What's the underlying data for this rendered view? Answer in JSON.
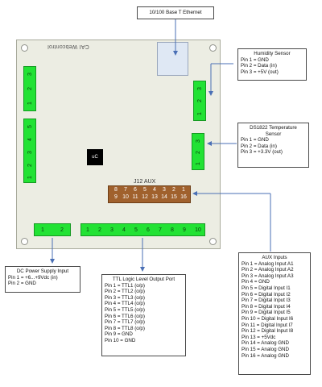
{
  "board": {
    "label": "CAI Webcontrol",
    "uc_label": "uC",
    "aux_header_label": "J12 AUX",
    "aux_top_pins": [
      "8",
      "7",
      "6",
      "5",
      "4",
      "3",
      "2",
      "1"
    ],
    "aux_bottom_pins": [
      "9",
      "10",
      "11",
      "12",
      "13",
      "14",
      "15",
      "16"
    ],
    "left_top_pins": [
      "3",
      "2",
      "1"
    ],
    "left_mid_pins": [
      "5",
      "4",
      "3",
      "2",
      "1"
    ],
    "right_top_pins": [
      "3",
      "2",
      "1"
    ],
    "right_mid_pins": [
      "3",
      "2",
      "1"
    ],
    "power_pins": [
      "1",
      "2"
    ],
    "ttl_pins": [
      "1",
      "2",
      "3",
      "4",
      "5",
      "6",
      "7",
      "8",
      "9",
      "10"
    ]
  },
  "ethernet": {
    "label": "10/100 Base T Ethernet"
  },
  "humidity": {
    "title": "Humidity Sensor",
    "lines": [
      "Pin 1 = GND",
      "Pin 2 = Data (in)",
      "Pin 3 = +5V (out)"
    ]
  },
  "temperature": {
    "title_line1": "DS1822 Temperature",
    "title_line2": "Sensor",
    "lines": [
      "Pin 1 = GND",
      "Pin 2 = Data (in)",
      "Pin 3 = +3.3V (out)"
    ]
  },
  "power": {
    "title": "DC Power Supply Input",
    "lines": [
      "Pin 1 = +6...+9Vdc (in)",
      "Pin 2 = GND"
    ]
  },
  "ttl": {
    "title": "TTL Logic Level Output Port",
    "lines": [
      "Pin 1 = TTL1 (o/p)",
      "Pin 2 = TTL2 (o/p)",
      "Pin 3 = TTL3 (o/p)",
      "Pin 4 = TTL4 (o/p)",
      "Pin 5 = TTL5 (o/p)",
      "Pin 6 = TTL6 (o/p)",
      "Pin 7 = TTL7 (o/p)",
      "Pin 8 = TTL8 (o/p)",
      "Pin 9 = GND",
      "Pin 10 = GND"
    ]
  },
  "aux": {
    "title": "AUX Inputs",
    "lines": [
      "Pin 1 = Analog Input A1",
      "Pin 2 = Analog Input A2",
      "Pin 3 = Analog Input A3",
      "Pin 4 = GND",
      "Pin 5 = Digital Input I1",
      "Pin 6 = Digital Input I2",
      "Pin 7 = Digital Input I3",
      "Pin 8 = Digital Input I4",
      "Pin 9 = Digital Input I5",
      "Pin 10 = Digital Input I6",
      "Pin 11 = Digital Input I7",
      "Pin 12 = Digital Input I8",
      "Pin 13 = +5Vdc",
      "Pin 14 = Analog GND",
      "Pin 15 = Analog GND",
      "Pin 16 = Analog GND"
    ]
  }
}
